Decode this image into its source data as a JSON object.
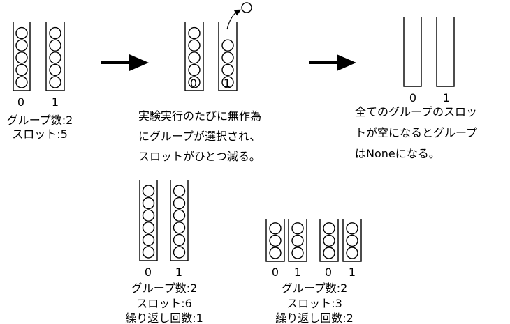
{
  "panel_initial": {
    "group_labels": [
      "0",
      "1"
    ],
    "caption": [
      "グループ数:2",
      "スロット:5"
    ],
    "balls_per_tube": [
      5,
      5
    ]
  },
  "panel_draw": {
    "group_labels": [
      "0",
      "1"
    ],
    "caption": [
      "実験実行のたびに無作為",
      "にグループが選択され、",
      "スロットがひとつ減る。"
    ],
    "balls_per_tube": [
      5,
      4
    ]
  },
  "panel_empty": {
    "group_labels": [
      "0",
      "1"
    ],
    "caption": [
      "全てのグループのスロッ",
      "トが空になるとグループ",
      "はNoneになる。"
    ],
    "balls_per_tube": [
      0,
      0
    ]
  },
  "panel_repeat1": {
    "group_labels": [
      "0",
      "1"
    ],
    "caption": [
      "グループ数:2",
      "スロット:6",
      "繰り返し回数:1"
    ],
    "balls_per_tube": [
      6,
      6
    ]
  },
  "panel_repeat2": {
    "group_labels": [
      "0",
      "1",
      "0",
      "1"
    ],
    "caption": [
      "グループ数:2",
      "スロット:3",
      "繰り返し回数:2"
    ],
    "balls_per_tube": [
      3,
      3,
      3,
      3
    ]
  }
}
